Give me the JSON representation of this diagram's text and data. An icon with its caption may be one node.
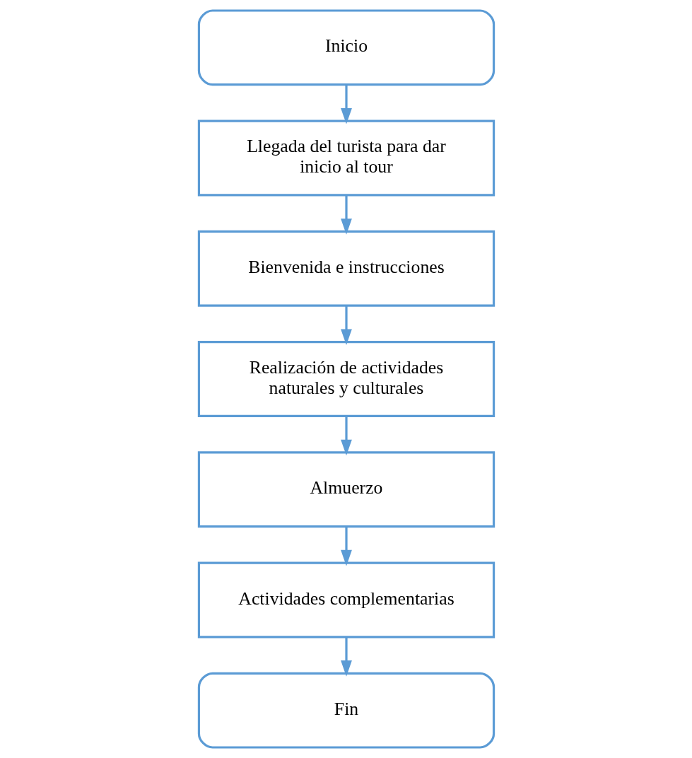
{
  "diagram": {
    "nodes": [
      {
        "text": [
          "Inicio"
        ]
      },
      {
        "text": [
          "Llegada del turista para dar inicio al tour"
        ]
      },
      {
        "text": [
          "Bienvenida e instrucciones"
        ]
      },
      {
        "text": [
          "Realización de actividades naturales y culturales"
        ]
      },
      {
        "text": [
          "Almuerzo"
        ]
      },
      {
        "text": [
          "Actividades complementarias"
        ]
      },
      {
        "text": [
          "Fin"
        ]
      }
    ],
    "edges": [
      {
        "from": 0,
        "to": 1,
        "arrow": "to"
      },
      {
        "from": 1,
        "to": 2,
        "arrow": "to"
      },
      {
        "from": 2,
        "to": 3,
        "arrow": "to"
      },
      {
        "from": 3,
        "to": 4,
        "arrow": "to"
      },
      {
        "from": 4,
        "to": 5,
        "arrow": "to"
      },
      {
        "from": 5,
        "to": 6,
        "arrow": "to"
      }
    ]
  }
}
